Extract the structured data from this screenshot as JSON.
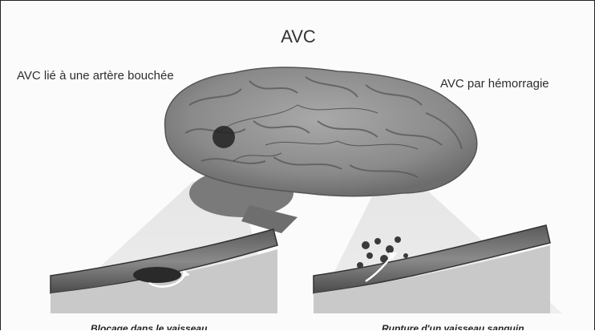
{
  "title": "AVC",
  "labels": {
    "blocked_artery": "AVC lié à une artère bouchée",
    "hemorrhage": "AVC par hémorragie"
  },
  "captions": {
    "left": "Blocage dans le vaisseau",
    "right": "Rupture d'un vaisseau sanguin"
  }
}
